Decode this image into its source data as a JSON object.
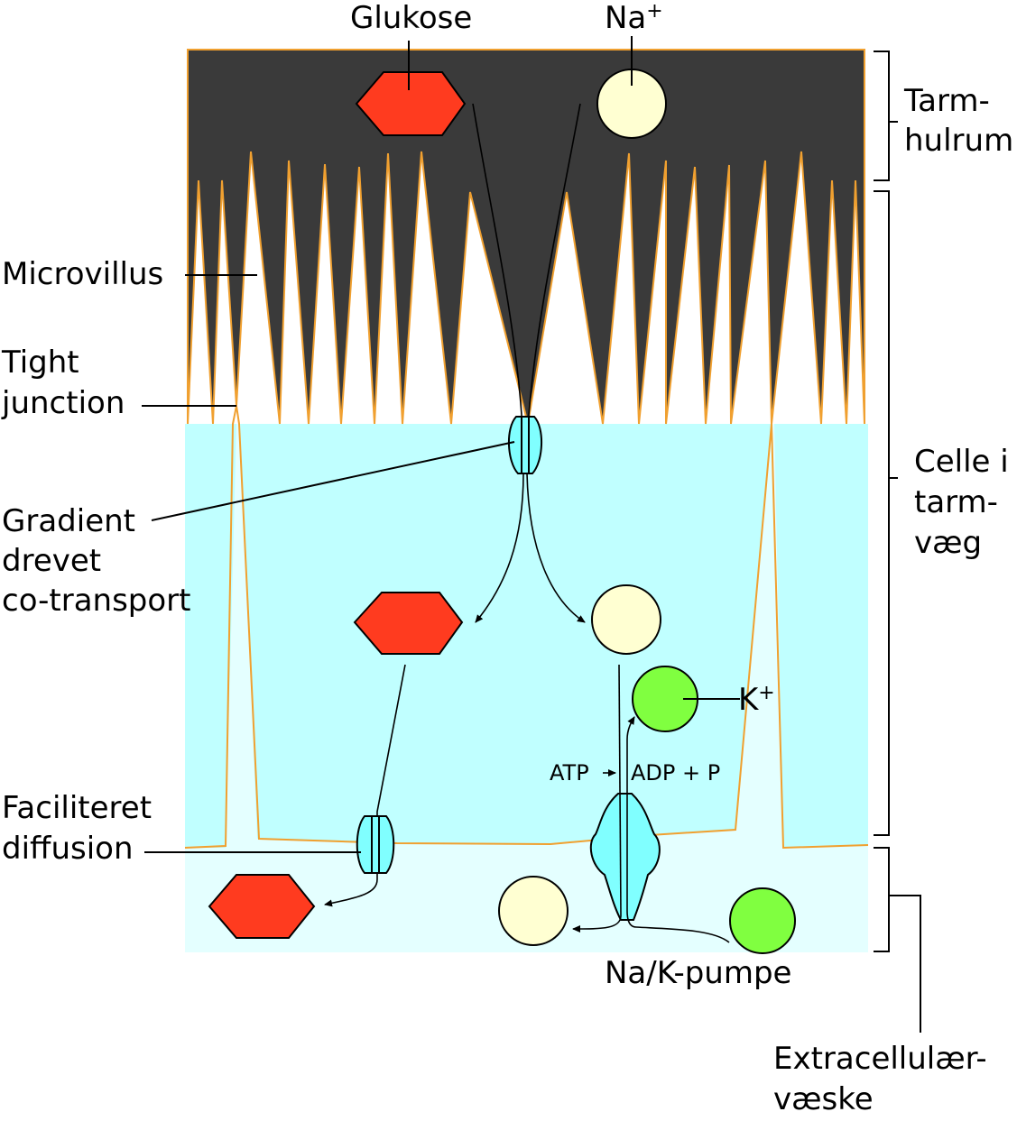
{
  "labels": {
    "glucose": "Glukose",
    "sodium": "Na",
    "plus": "+",
    "lumen_1": "Tarm-",
    "lumen_2": "hulrum",
    "microvillus": "Microvillus",
    "tight_1": "Tight",
    "tight_2": "junction",
    "cell_1": "Celle i",
    "cell_2": "tarm-",
    "cell_3": "væg",
    "gradient_1": "Gradient",
    "gradient_2": "drevet",
    "gradient_3": "co-transport",
    "potassium": "K",
    "atp": "ATP",
    "adp": "ADP + P",
    "facilitated_1": "Faciliteret",
    "facilitated_2": "diffusion",
    "pump": "Na/K-pumpe",
    "extracellular_1": "Extracellulær-",
    "extracellular_2": "væske"
  },
  "colors": {
    "lumen": "#3a3a3a",
    "cell": "#c0ffff",
    "extracellular": "#e4ffff",
    "membrane": "#f0a030",
    "glucose": "#ff3b1f",
    "sodium": "#ffffd2",
    "potassium": "#80ff40",
    "transporter": "#80ffff"
  }
}
